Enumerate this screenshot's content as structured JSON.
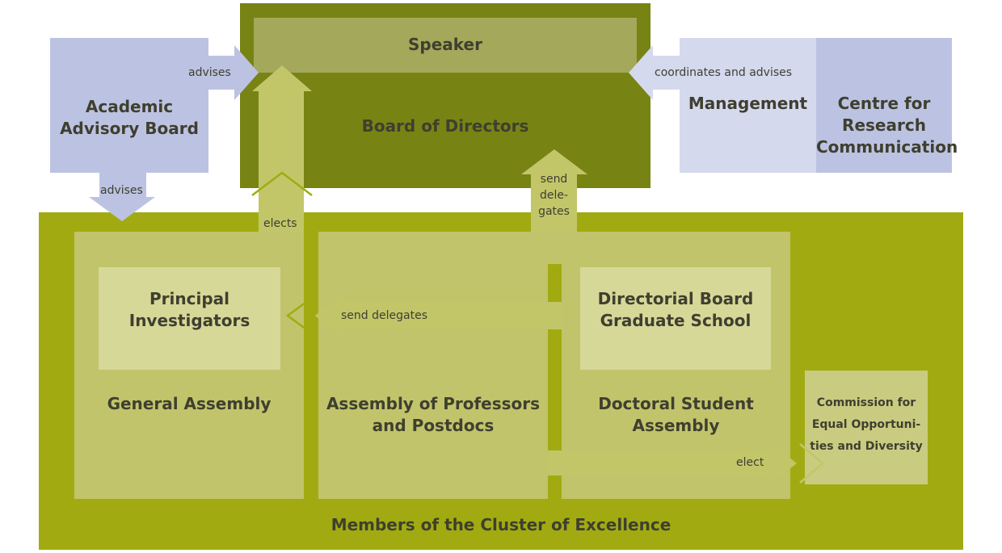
{
  "colors": {
    "advisory_blue": "#bcc3e2",
    "light_blue": "#d5d9ee",
    "board_green": "#778414",
    "speaker_green": "#a3a85a",
    "members_green": "#a1ab11",
    "assembly_green": "#c1c46a",
    "inner_green": "#d6d898",
    "arrow_green": "#c2c669",
    "commission_green": "#c9cb80"
  },
  "nodes": {
    "speaker": "Speaker",
    "board": "Board of Directors",
    "advisory_line1": "Academic",
    "advisory_line2": "Advisory Board",
    "management": "Management",
    "centre_line1": "Centre for",
    "centre_line2": "Research",
    "centre_line3": "Communication",
    "members": "Members of the Cluster of Excellence",
    "general_assembly": "General Assembly",
    "pi_line1": "Principal",
    "pi_line2": "Investigators",
    "professors_line1": "Assembly of Professors",
    "professors_line2": "and Postdocs",
    "directorial_line1": "Directorial Board",
    "directorial_line2": "Graduate School",
    "doctoral_line1": "Doctoral Student",
    "doctoral_line2": "Assembly",
    "commission_line1": "Commission for",
    "commission_line2": "Equal Opportuni-",
    "commission_line3": "ties and Diversity"
  },
  "edges": {
    "advises_board": "advises",
    "advises_members": "advises",
    "coordinates": "coordinates and advises",
    "elects_board": "elects",
    "send_delegates_board_1": "send",
    "send_delegates_board_2": "dele-",
    "send_delegates_board_3": "gates",
    "send_delegates_pi": "send delegates",
    "elect_commission": "elect"
  }
}
